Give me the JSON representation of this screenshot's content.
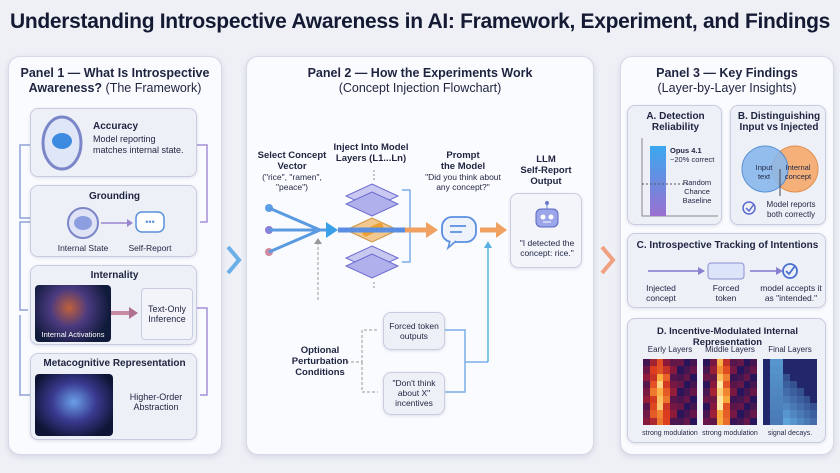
{
  "title": "Understanding Introspective Awareness in AI: Framework, Experiment, and Findings",
  "panel1": {
    "heading": "Panel 1 — What Is Introspective Awareness?",
    "heading_sub": "(The Framework)",
    "accuracy": {
      "title": "Accuracy",
      "desc1": "Model reporting",
      "desc2": "matches internal state."
    },
    "grounding": {
      "title": "Grounding",
      "left": "Internal State",
      "right": "Self-Report"
    },
    "internality": {
      "title": "Internality",
      "image_label": "Internal Activations",
      "box1": "Text-Only",
      "box2": "Inference"
    },
    "metacognitive": {
      "title": "Metacognitive Representation",
      "line1": "Higher-Order",
      "line2": "Abstraction"
    }
  },
  "panel2": {
    "heading": "Panel 2 — How the Experiments Work",
    "heading_sub": "(Concept Injection Flowchart)",
    "select": {
      "l1": "Select Concept",
      "l2": "Vector",
      "q1": "(\"rice\", \"ramen\",",
      "q2": "\"peace\")"
    },
    "inject": {
      "l1": "Inject Into Model",
      "l2": "Layers (L1...Ln)"
    },
    "prompt": {
      "l1": "Prompt",
      "l2": "the Model",
      "q1": "\"Did you think about",
      "q2": "any concept?\""
    },
    "output": {
      "l1": "LLM",
      "l2": "Self-Report",
      "l3": "Output",
      "q1": "\"I detected the",
      "q2": "concept: rice.\""
    },
    "perturb": {
      "l1": "Optional",
      "l2": "Perturbation",
      "l3": "Conditions"
    },
    "forced": {
      "l1": "Forced token",
      "l2": "outputs"
    },
    "dont": {
      "l1": "\"Don't think",
      "l2": "about X\"",
      "l3": "incentives"
    }
  },
  "panel3": {
    "heading": "Panel 3 — Key Findings",
    "heading_sub": "(Layer-by-Layer Insights)",
    "a": {
      "t1": "A. Detection",
      "t2": "Reliability",
      "bar_label": "Opus 4.1",
      "bar_value": "~20% correct",
      "base1": "Random",
      "base2": "Chance",
      "base3": "Baseline"
    },
    "b": {
      "t1": "B. Distinguishing",
      "t2": "Input vs Injected",
      "left1": "Input",
      "left2": "text",
      "right1": "Internal",
      "right2": "concept",
      "note1": "Model reports",
      "note2": "both correctly"
    },
    "c": {
      "title": "C. Introspective Tracking of Intentions",
      "s1a": "Injected",
      "s1b": "concept",
      "s2a": "Forced",
      "s2b": "token",
      "s3a": "model accepts it",
      "s3b": "as \"intended.\""
    },
    "d": {
      "title": "D. Incentive-Modulated Internal Representation",
      "maps": [
        {
          "label": "Early Layers",
          "caption": "strong modulation"
        },
        {
          "label": "Middle Layers",
          "caption": "strong modulation"
        },
        {
          "label": "Final Layers",
          "caption": "signal decays."
        }
      ]
    }
  },
  "colors": {
    "accent_blue": "#4a90e2",
    "accent_purple": "#8c78d0",
    "accent_orange": "#f0a060",
    "navy": "#141a33"
  }
}
